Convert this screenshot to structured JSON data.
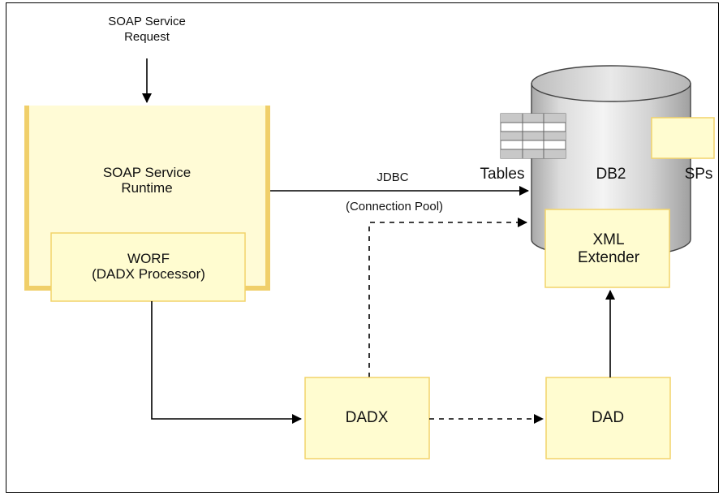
{
  "labels": {
    "soap_request_line1": "SOAP Service",
    "soap_request_line2": "Request",
    "runtime_line1": "SOAP Service",
    "runtime_line2": "Runtime",
    "worf_line1": "WORF",
    "worf_line2": "(DADX Processor)",
    "jdbc": "JDBC",
    "connection_pool": "(Connection Pool)",
    "tables": "Tables",
    "db2": "DB2",
    "sps": "SPs",
    "xml_line1": "XML",
    "xml_line2": "Extender",
    "dadx": "DADX",
    "dad": "DAD"
  },
  "colors": {
    "box_fill": "#fffcd0",
    "box_border": "#f2d36a",
    "runtime_fill": "#fffbd6",
    "runtime_edge": "#f0cf6a",
    "cylinder_light": "#f4f4f4",
    "cylinder_dark": "#b8b8b8",
    "line": "#000000"
  },
  "edges": [
    {
      "from": "soap-request",
      "to": "soap-runtime",
      "style": "solid"
    },
    {
      "from": "soap-runtime",
      "to": "db2",
      "style": "solid",
      "label": "JDBC"
    },
    {
      "from": "dadx",
      "to": "db2",
      "style": "dashed",
      "label": "(Connection Pool)"
    },
    {
      "from": "worf",
      "to": "dadx",
      "style": "solid"
    },
    {
      "from": "dadx",
      "to": "dad",
      "style": "dashed"
    },
    {
      "from": "dad",
      "to": "xml-extender",
      "style": "solid"
    }
  ]
}
